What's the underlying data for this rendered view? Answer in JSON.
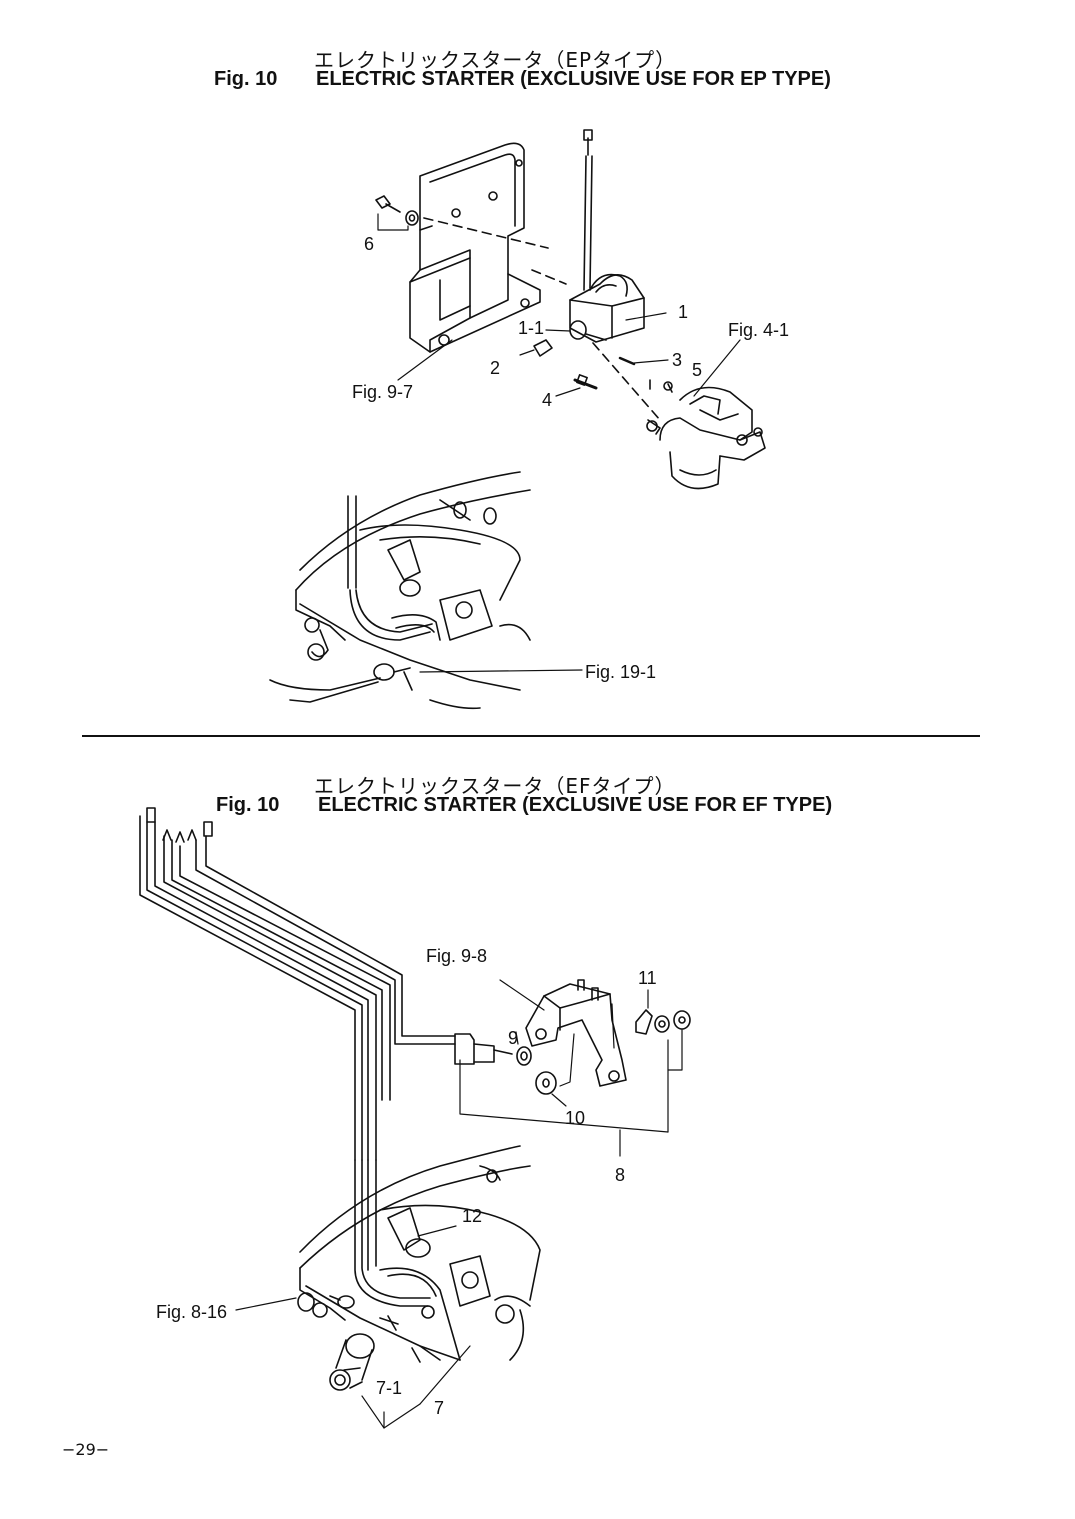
{
  "sections": [
    {
      "jp_title": "エレクトリックスタータ（EPタイプ）",
      "fig_label": "Fig. 10",
      "title": "ELECTRIC STARTER (EXCLUSIVE USE FOR EP TYPE)",
      "callouts": {
        "c6": "6",
        "c1": "1",
        "c1_1": "1-1",
        "c2": "2",
        "c3": "3",
        "c4": "4",
        "c5": "5",
        "fig_4_1": "Fig. 4-1",
        "fig_9_7": "Fig. 9-7",
        "fig_19_1": "Fig. 19-1"
      }
    },
    {
      "jp_title": "エレクトリックスタータ（EFタイプ）",
      "fig_label": "Fig. 10",
      "title": "ELECTRIC STARTER (EXCLUSIVE USE FOR EF TYPE)",
      "callouts": {
        "fig_9_8": "Fig. 9-8",
        "c11": "11",
        "c9": "9",
        "c10": "10",
        "c8": "8",
        "c12": "12",
        "fig_8_16": "Fig. 8-16",
        "c7_1": "7-1",
        "c7": "7"
      }
    }
  ],
  "page_number": "−29−"
}
